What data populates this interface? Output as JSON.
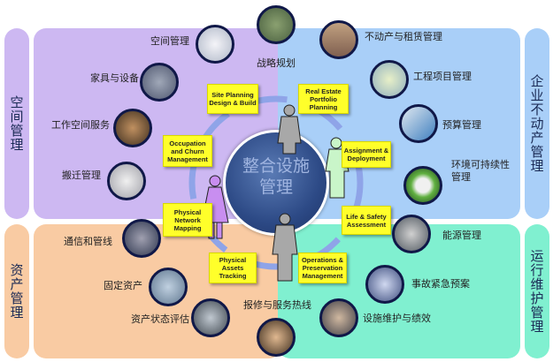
{
  "title_center": [
    "整合设施",
    "管理"
  ],
  "side_labels": {
    "space": "空间管理",
    "asset": "资产管理",
    "real_estate": "企业不动产管理",
    "operations": "运行维护管理"
  },
  "process_boxes": {
    "site_planning": "Site Planning Design & Build",
    "real_estate": "Real Estate Portfolio Planning",
    "occupation": "Occupation and Churn Management",
    "assignment": "Assignment & Deployment",
    "network": "Physical Network Mapping",
    "life_safety": "Life & Safety Assessment",
    "assets": "Physical Assets Tracking",
    "operations": "Operations & Preservation Management"
  },
  "topics": {
    "space_mgmt": "空间管理",
    "strategy": "战略规划",
    "lease": "不动产与租赁管理",
    "furniture": "家具与设备",
    "project": "工程项目管理",
    "workspace": "工作空间服务",
    "budget": "预算管理",
    "move": "搬迁管理",
    "sustain": "环境可持续性管理",
    "telecom": "通信和管线",
    "energy": "能源管理",
    "fixed_asset": "固定资产",
    "emergency": "事故紧急预案",
    "condition": "资产状态评估",
    "helpdesk": "报修与服务热线",
    "maintenance": "设施维护与绩效"
  },
  "colors": {
    "purple": "#c9b3f0",
    "blue": "#a6cdf7",
    "orange": "#f8c8a0",
    "green": "#7ff0cf",
    "yellow": "#ffff2a",
    "navy": "#101848"
  }
}
